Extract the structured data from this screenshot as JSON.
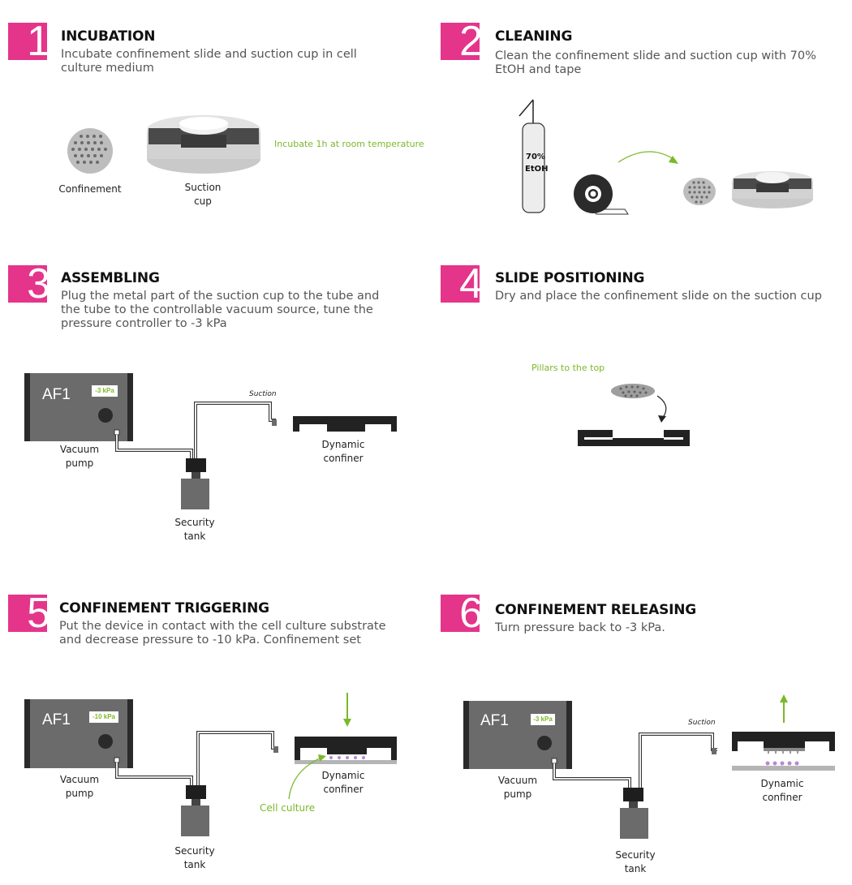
{
  "steps": [
    {
      "number": "1",
      "title": "INCUBATION",
      "description": "Incubate confinement slide and suction cup in cell culture medium"
    },
    {
      "number": "2",
      "title": "CLEANING",
      "description": "Clean the confinement slide and suction cup with 70% EtOH and tape"
    },
    {
      "number": "3",
      "title": "ASSEMBLING",
      "description": "Plug the metal part of the suction cup to the tube and the tube to the controllable vacuum source, tune the pressure controller to -3 kPa"
    },
    {
      "number": "4",
      "title": "SLIDE POSITIONING",
      "description": "Dry and place the confinement slide on the suction cup"
    },
    {
      "number": "5",
      "title": "CONFINEMENT TRIGGERING",
      "description": "Put the device in contact with the cell culture substrate and decrease pressure to -10 kPa. Confinement set"
    },
    {
      "number": "6",
      "title": "CONFINEMENT RELEASING",
      "description": "Turn pressure back to -3 kPa."
    }
  ],
  "labels": {
    "confinement": "Confinement",
    "suction_cup_1": "Suction",
    "suction_cup_2": "cup",
    "incubate_note": "Incubate 1h at room temperature",
    "etoh_1": "70%",
    "etoh_2": "EtOH",
    "pillars_note": "Pillars to the top",
    "suction": "Suction",
    "vacuum_pump_1": "Vacuum",
    "vacuum_pump_2": "pump",
    "security_tank_1": "Security",
    "security_tank_2": "tank",
    "dynamic_confiner_1": "Dynamic",
    "dynamic_confiner_2": "confiner",
    "cell_culture": "Cell culture",
    "pump_name": "AF1",
    "pressure_3": "-3 kPa",
    "pressure_10": "-10 kPa"
  },
  "colors": {
    "accent": "#e4358a",
    "green": "#7ab929",
    "dark": "#2a2a2a",
    "pump": "#6b6b6b"
  }
}
